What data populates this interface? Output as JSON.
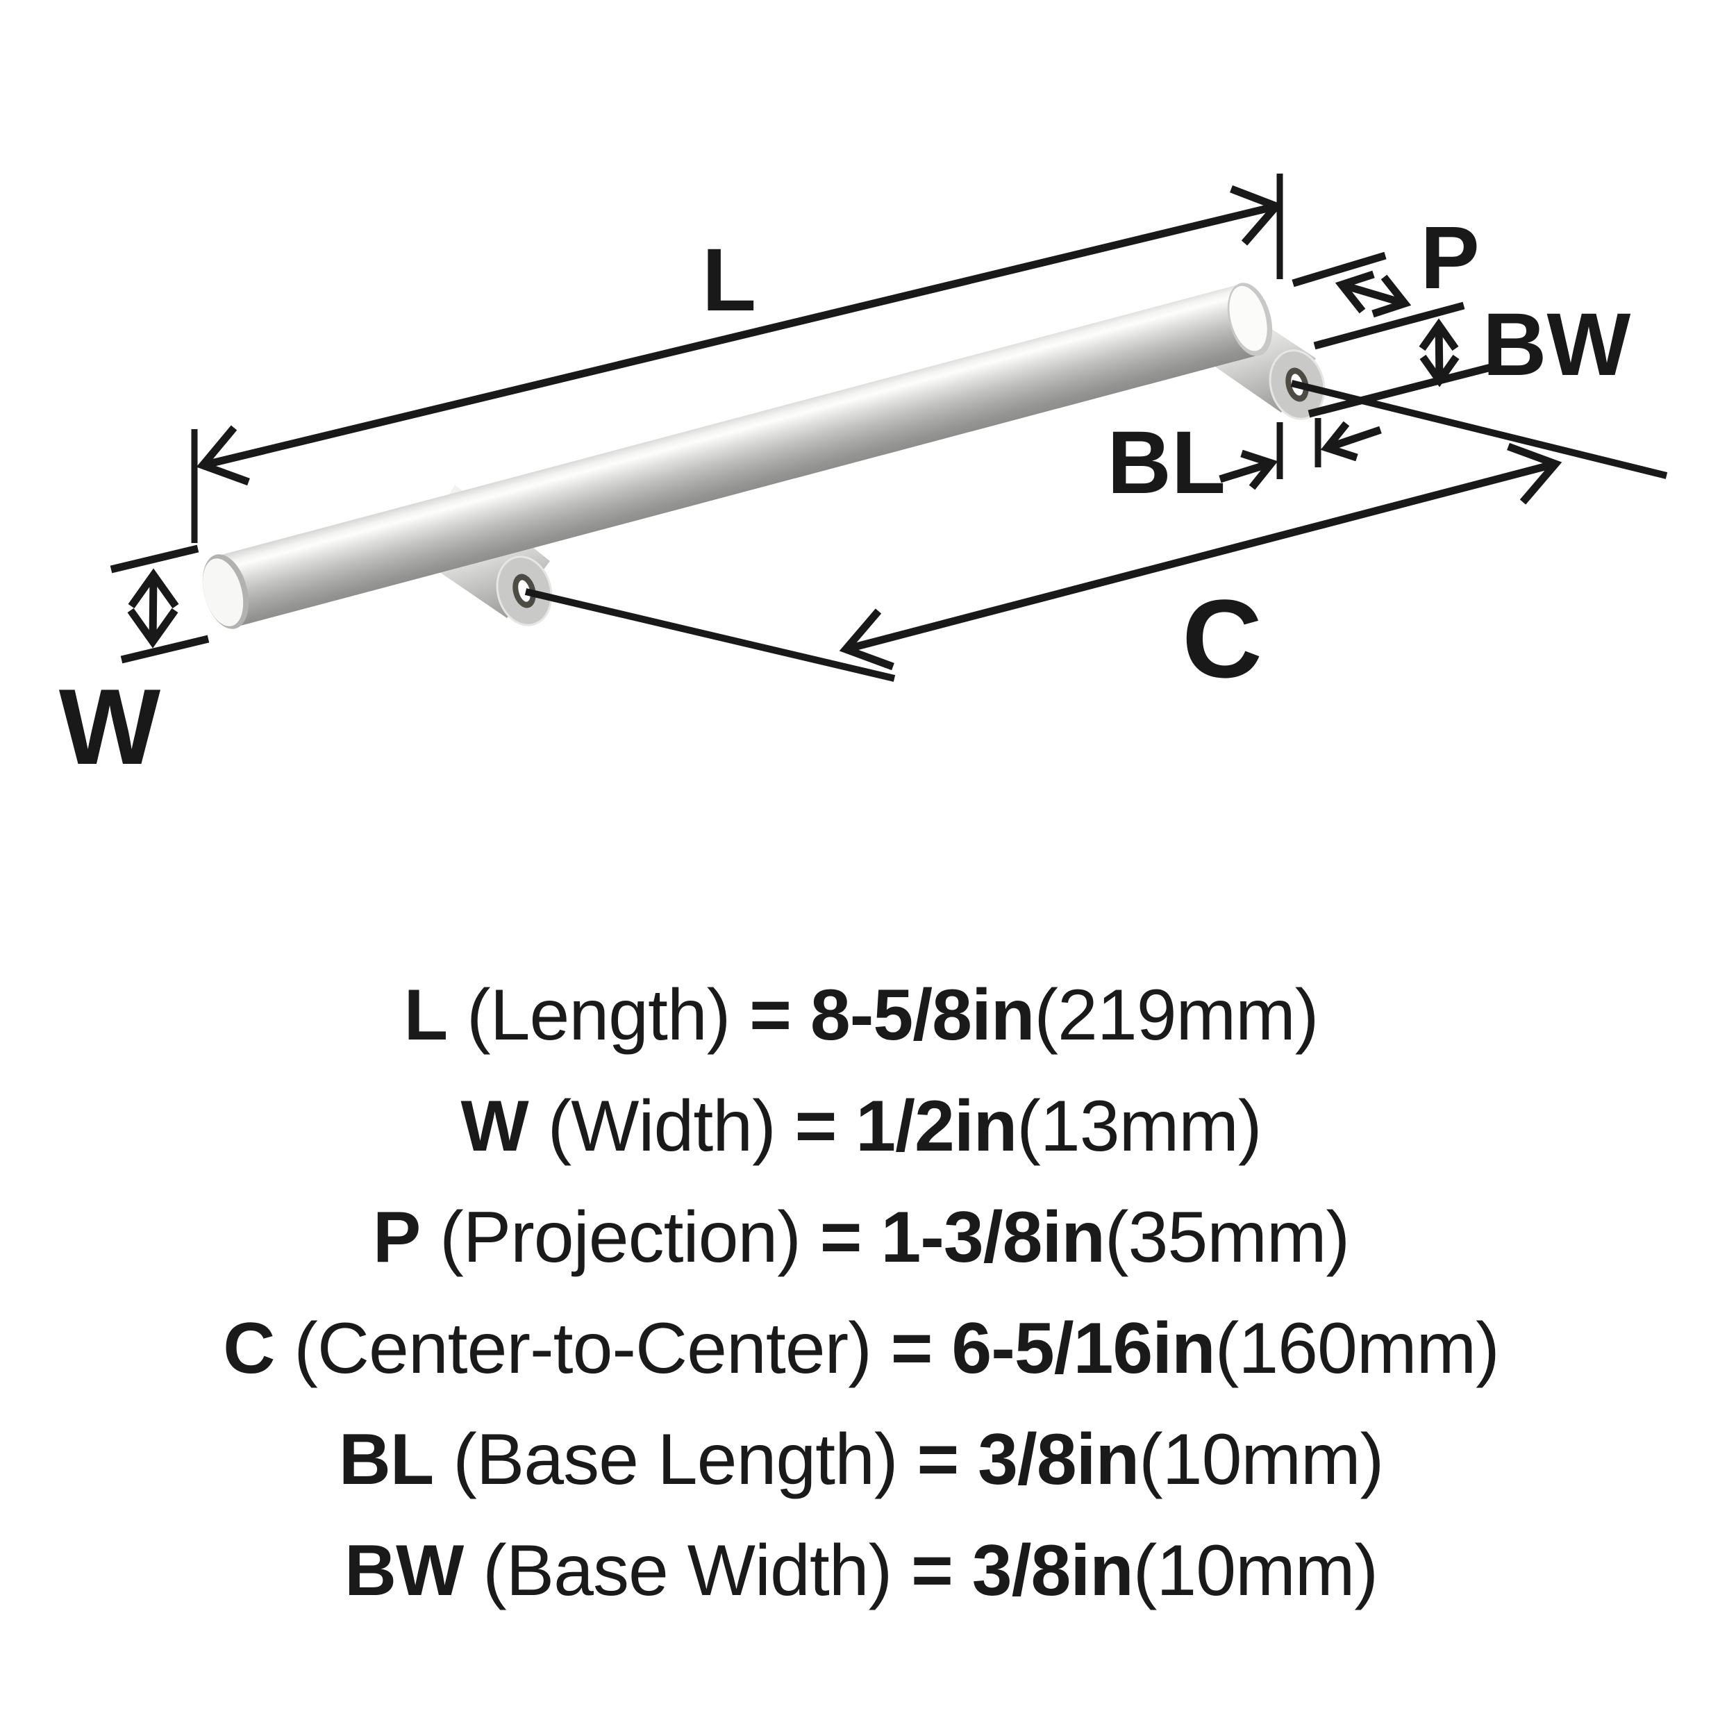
{
  "diagram": {
    "type": "product-dimension-diagram",
    "product": "bar pull cabinet handle",
    "finish_colors": {
      "metal_highlight": "#fdfdfc",
      "metal_light": "#e8e8e6",
      "metal_mid": "#bcbcba",
      "metal_dark": "#8d8d8b",
      "hole_dark": "#4e4b44",
      "line_color": "#191919"
    },
    "labels": {
      "length": "L",
      "width": "W",
      "projection": "P",
      "center_to_center": "C",
      "base_length": "BL",
      "base_width": "BW"
    }
  },
  "specs": [
    {
      "label": "L",
      "desc": "(Length)",
      "eq": "=",
      "value_in": "8-5/8in",
      "value_mm": "(219mm)"
    },
    {
      "label": "W",
      "desc": "(Width)",
      "eq": "=",
      "value_in": "1/2in",
      "value_mm": "(13mm)"
    },
    {
      "label": "P",
      "desc": "(Projection)",
      "eq": "=",
      "value_in": "1-3/8in",
      "value_mm": "(35mm)"
    },
    {
      "label": "C",
      "desc": "(Center-to-Center)",
      "eq": "=",
      "value_in": "6-5/16in",
      "value_mm": "(160mm)"
    },
    {
      "label": "BL",
      "desc": "(Base Length)",
      "eq": "=",
      "value_in": "3/8in",
      "value_mm": "(10mm)"
    },
    {
      "label": "BW",
      "desc": "(Base Width)",
      "eq": "=",
      "value_in": "3/8in",
      "value_mm": "(10mm)"
    }
  ]
}
